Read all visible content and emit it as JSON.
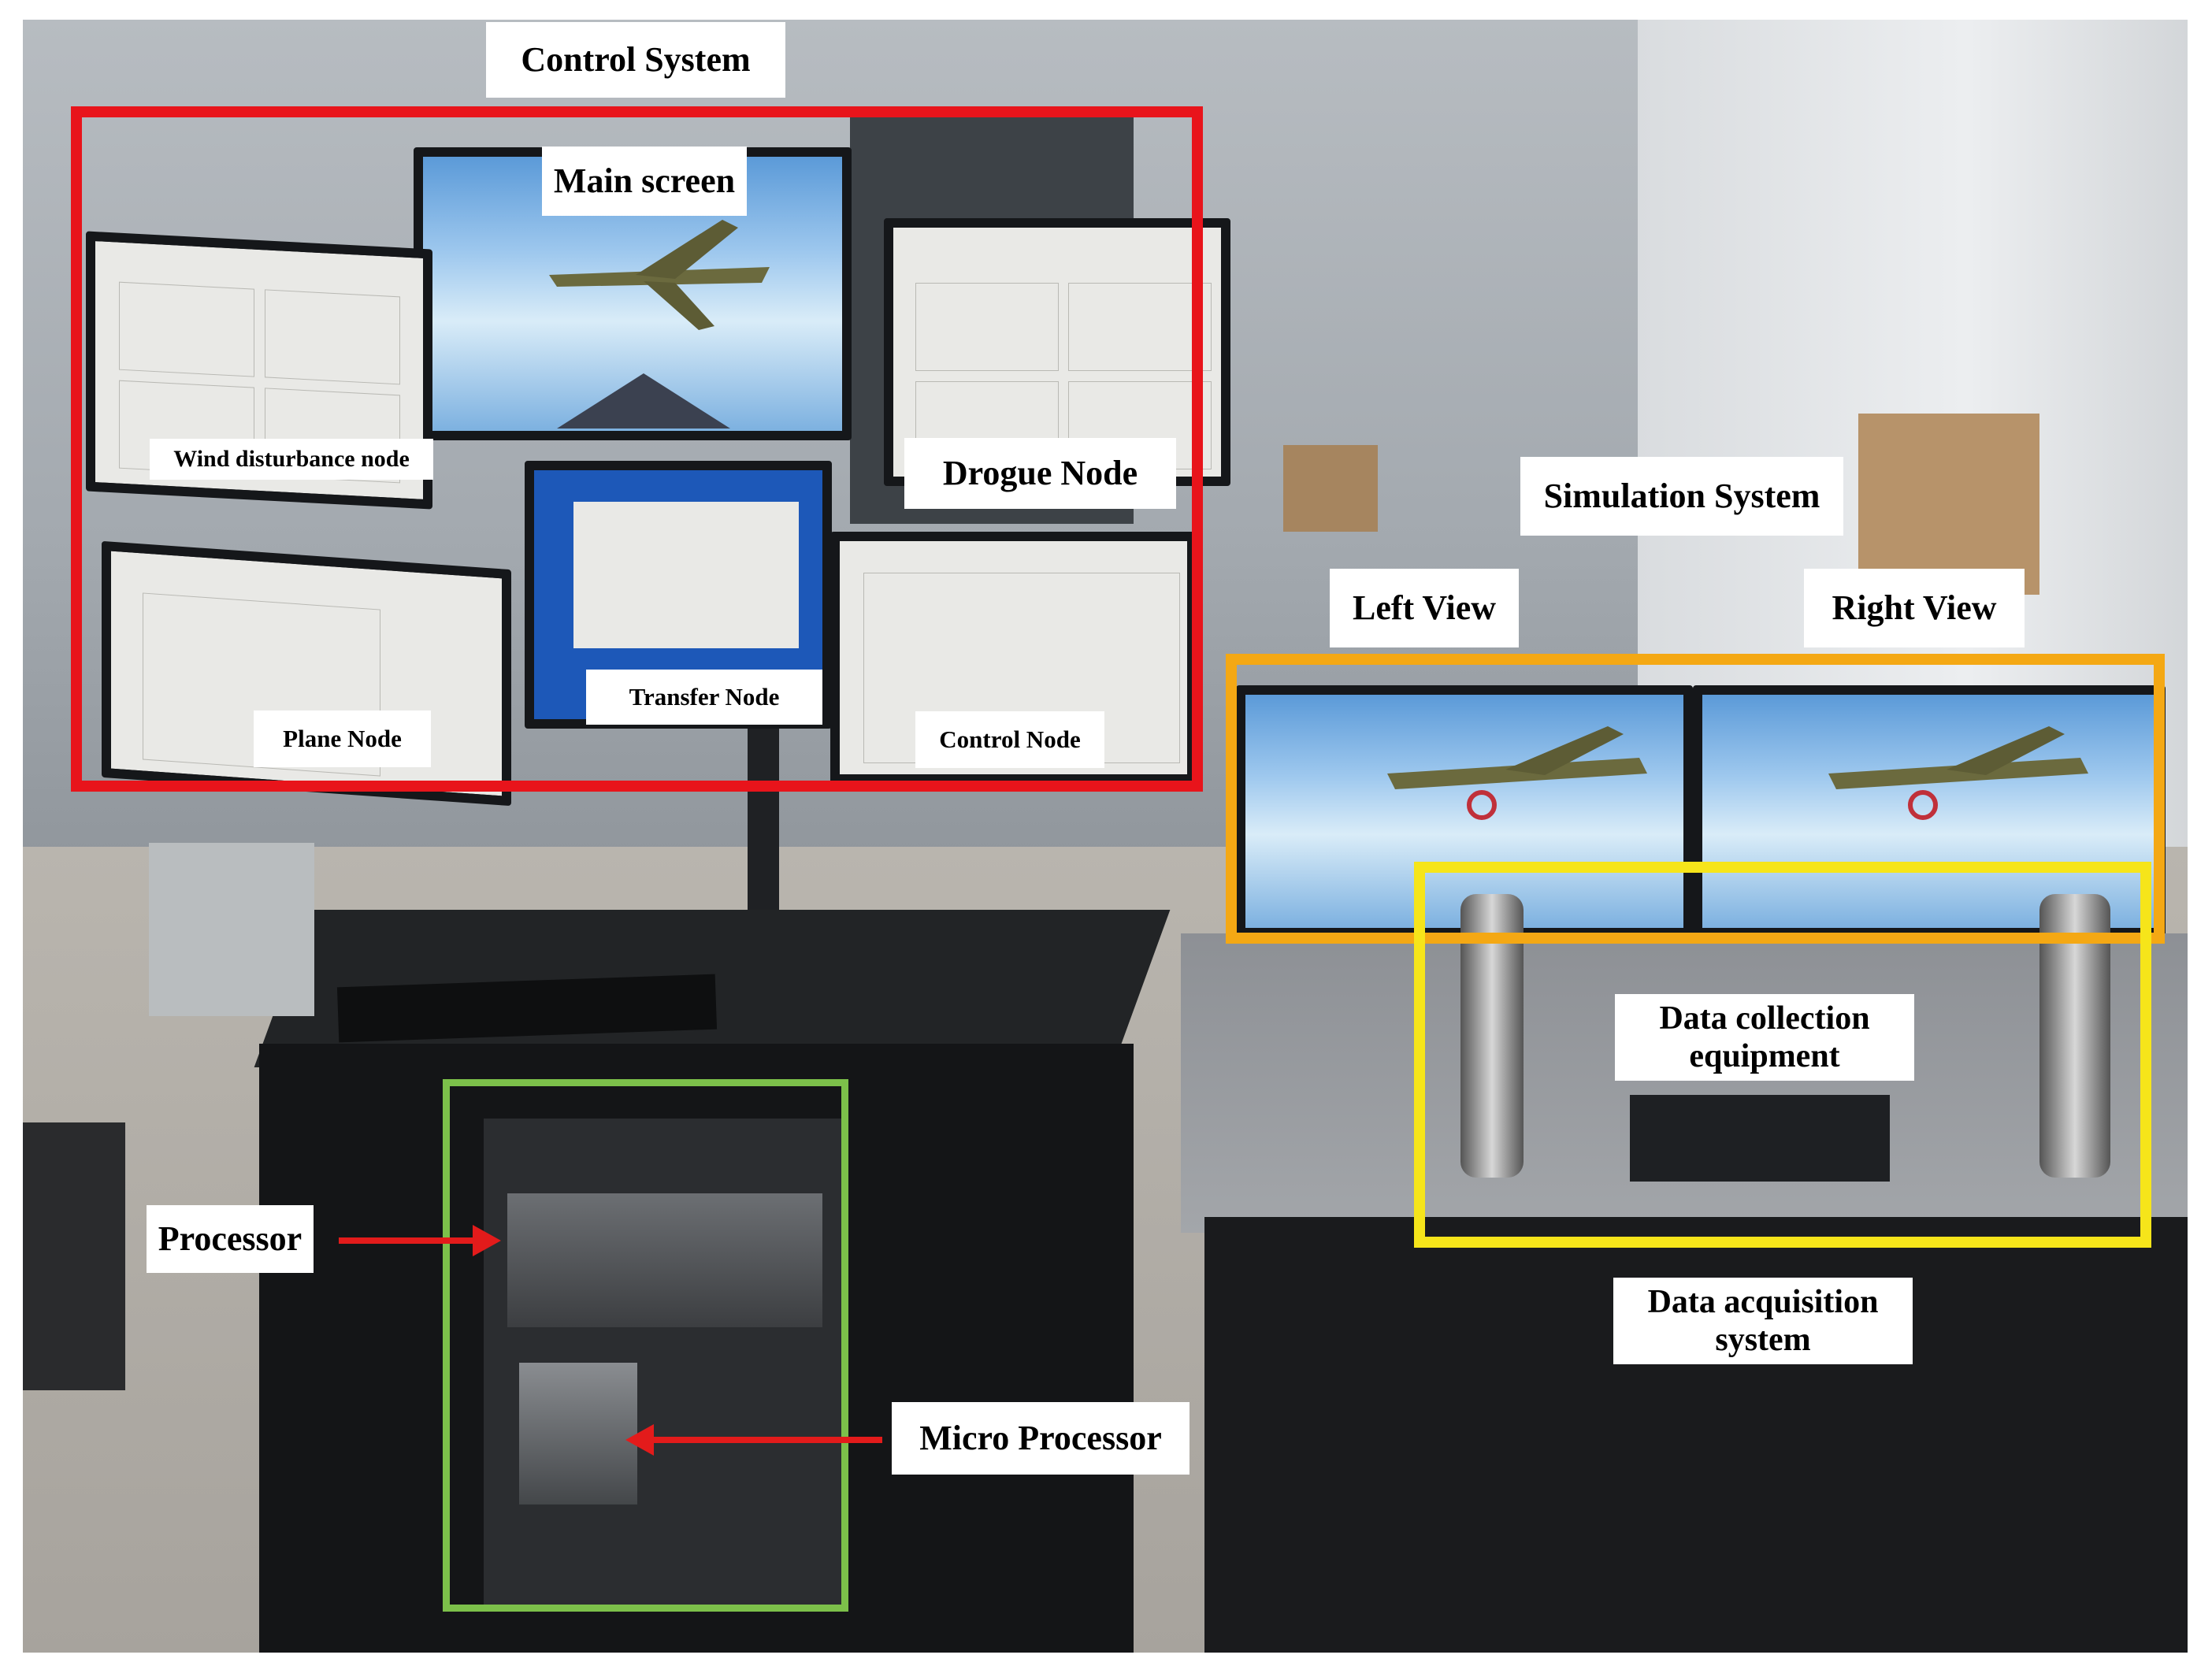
{
  "labels": {
    "control_system": "Control System",
    "main_screen": "Main screen",
    "wind_disturbance_node": "Wind disturbance node",
    "drogue_node": "Drogue Node",
    "plane_node": "Plane Node",
    "transfer_node": "Transfer Node",
    "control_node": "Control Node",
    "simulation_system": "Simulation System",
    "left_view": "Left View",
    "right_view": "Right View",
    "data_collection_equipment": "Data collection\nequipment",
    "data_acquisition_system": "Data acquisition\nsystem",
    "processor": "Processor",
    "micro_processor": "Micro Processor"
  },
  "colors": {
    "control_frame": "#e8141b",
    "simulation_frame": "#f4a814",
    "acquisition_frame": "#f6e51a",
    "processor_frame": "#7cc04a",
    "arrow": "#e31b1b"
  }
}
